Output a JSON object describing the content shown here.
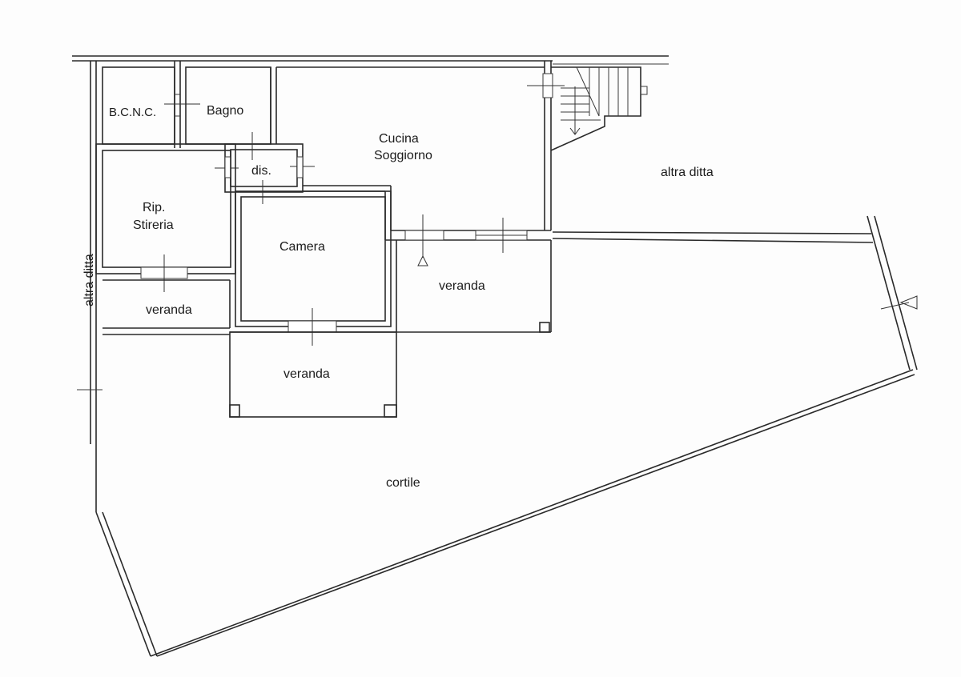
{
  "plan": {
    "ink_color": "#2a2a2a",
    "paper_color": "#fdfdfd",
    "rooms": {
      "bcnc": "B.C.N.C.",
      "bagno": "Bagno",
      "cucina_line1": "Cucina",
      "cucina_line2": "Soggiorno",
      "dis": "dis.",
      "rip_line1": "Rip.",
      "rip_line2": "Stireria",
      "camera": "Camera",
      "veranda_left": "veranda",
      "veranda_right": "veranda",
      "veranda_bottom": "veranda",
      "cortile": "cortile"
    },
    "neighbors": {
      "left": "altra ditta",
      "right": "altra ditta"
    }
  }
}
